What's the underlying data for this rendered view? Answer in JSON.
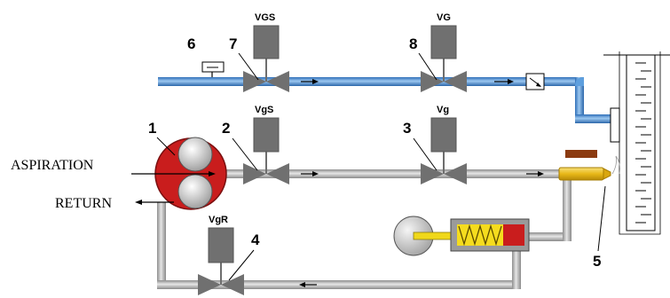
{
  "labels": {
    "aspiration": "ASPIRATION",
    "return": "RETURN"
  },
  "numbers": {
    "n1": "1",
    "n2": "2",
    "n3": "3",
    "n4": "4",
    "n5": "5",
    "n6": "6",
    "n7": "7",
    "n8": "8"
  },
  "valves": {
    "vgs_upper": "VGS",
    "vg_upper": "VG",
    "vgs_lower": "VgS",
    "vg_lower": "Vg",
    "vgr": "VgR"
  },
  "colors": {
    "pipe_gray": "#b4b4b4",
    "pipe_blue": "#3a86d6",
    "valve_gray": "#6e6e6e",
    "pump_red": "#cc1e1e",
    "nozzle_yellow": "#f0c020",
    "cylinder_yellow": "#f5dc1e",
    "heater_brown": "#8b3a10"
  },
  "icons": {
    "pump": "gear-pump-icon",
    "valve": "solenoid-valve-icon",
    "check_valve": "check-valve-icon",
    "nozzle": "injector-nozzle-icon",
    "tank": "tank-icon"
  }
}
